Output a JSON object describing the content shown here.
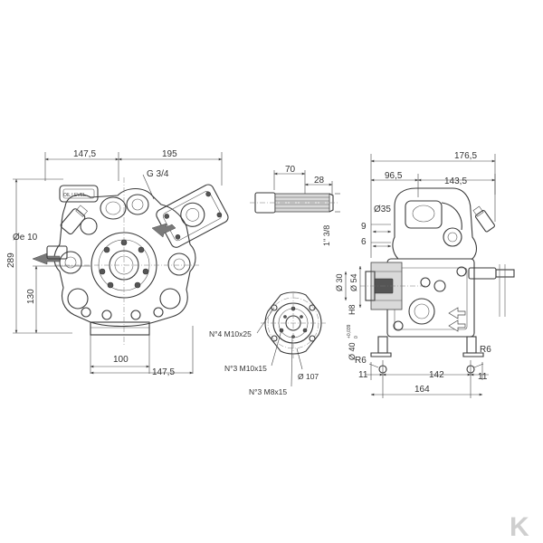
{
  "front_view": {
    "dim_147_5_top": "147,5",
    "dim_195": "195",
    "label_g34": "G 3/4",
    "label_oil_level": "OIL LEVEL",
    "label_oe10": "Øe 10",
    "dim_289": "289",
    "dim_130": "130",
    "dim_100": "100",
    "dim_147_5_bottom": "147,5"
  },
  "pulley_detail": {
    "dim_70": "70",
    "dim_28": "28",
    "label_thread": "1\" 3/8"
  },
  "flange_view": {
    "label_m10x25": "N°4 M10x25",
    "label_m10x15": "N°3 M10x15",
    "label_d107": "Ø 107",
    "label_m8x15": "N°3 M8x15"
  },
  "side_view": {
    "dim_176_5": "176,5",
    "dim_96_5": "96,5",
    "dim_143_5": "143,5",
    "label_d35": "Ø35",
    "dim_9": "9",
    "dim_6": "6",
    "label_d30": "Ø 30",
    "label_d54": "Ø 54",
    "label_h8_main": "Ø 40",
    "label_h8_sup": "+0,039",
    "label_h8_sub": "0",
    "label_h8_suffix": "H8",
    "label_r6_left": "R6",
    "label_r6_right": "R6",
    "dim_11_left": "11",
    "dim_142": "142",
    "dim_11_right": "11",
    "dim_164": "164"
  },
  "logo": {
    "letter": "K"
  }
}
